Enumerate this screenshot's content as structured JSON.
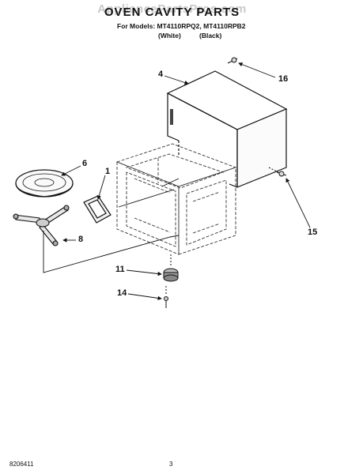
{
  "header": {
    "watermark": "AppliancePartsPros.com",
    "title": "OVEN CAVITY PARTS",
    "models_line": "For Models: MT4110RPQ2, MT4110RPB2",
    "color_white": "(White)",
    "color_black": "(Black)"
  },
  "callouts": {
    "c1": "1",
    "c4": "4",
    "c6": "6",
    "c8": "8",
    "c11": "11",
    "c14": "14",
    "c15": "15",
    "c16": "16"
  },
  "footer": {
    "doc_number": "8206411",
    "page_number": "3"
  }
}
